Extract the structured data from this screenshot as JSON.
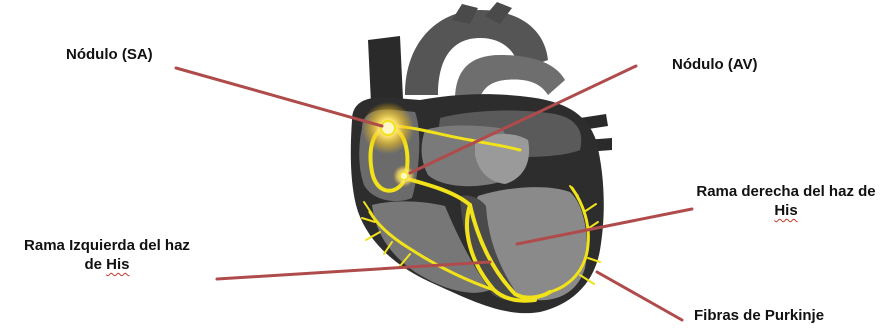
{
  "labels": {
    "sa_node": "Nódulo (SA)",
    "av_node": "Nódulo (AV)",
    "right_bundle_line1": "Rama derecha del  haz de",
    "right_bundle_line2": "His",
    "left_bundle_line1": "Rama Izquierda del haz",
    "left_bundle_line2_prefix": "de ",
    "left_bundle_line2_word": "His",
    "purkinje": "Fibras de Purkinje"
  },
  "colors": {
    "pointer_line": "#b04b4b",
    "conduction_path": "#f1e21a",
    "heart_dark": "#2b2b2b",
    "heart_mid": "#5c5c5c",
    "heart_light": "#8a8a8a",
    "glow": "#ffd84a"
  }
}
